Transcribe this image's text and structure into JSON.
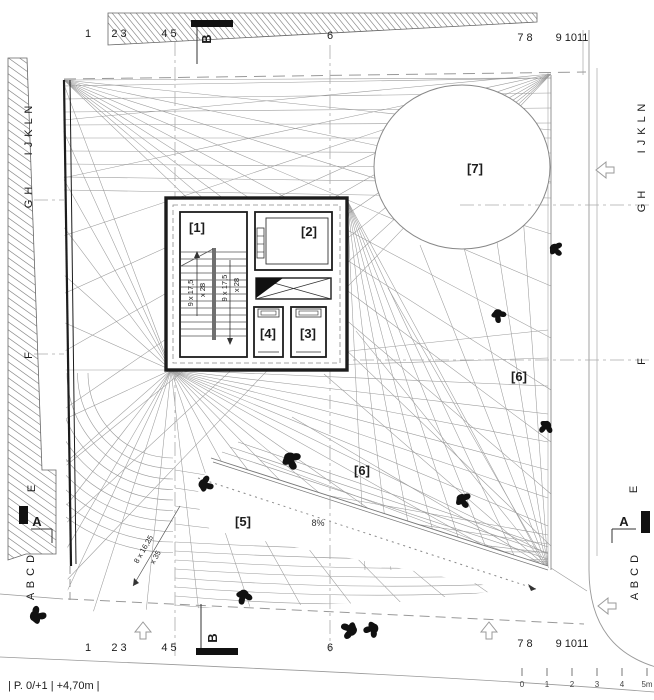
{
  "grid": {
    "top": [
      "1",
      "2 3",
      "4 5",
      "6",
      "7 8",
      "9 1011"
    ],
    "bottom": [
      "1",
      "2 3",
      "4 5",
      "6",
      "7 8",
      "9 1011"
    ],
    "left": [
      "I J K L N",
      "G H",
      "F",
      "E",
      "A B C D"
    ],
    "right": [
      "I J K L N",
      "G H",
      "F",
      "E",
      "A B C D"
    ]
  },
  "rooms": {
    "r1": "[1]",
    "r2": "[2]",
    "r3": "[3]",
    "r4": "[4]",
    "r5": "[5]",
    "r6": "[6]",
    "r7": "[7]"
  },
  "stairs": {
    "flight1_run": "9 x 17,5",
    "flight1_rise": "x 28",
    "flight2_run": "9 x 17,5",
    "flight2_rise": "x 28"
  },
  "exterior_stairs": {
    "run": "8 x 16,25",
    "rise": "x 35"
  },
  "slope_label": "8%",
  "sections": {
    "a": "A",
    "b": "B"
  },
  "scale_bar": {
    "ticks": [
      "0",
      "1",
      "2",
      "3",
      "4",
      "5m"
    ]
  },
  "footer": {
    "level": "| P. 0/+1  | +4,70m  |"
  },
  "colors": {
    "ink": "#1c1c1c",
    "hatch": "#9a9a9a",
    "boundary": "#999999"
  }
}
